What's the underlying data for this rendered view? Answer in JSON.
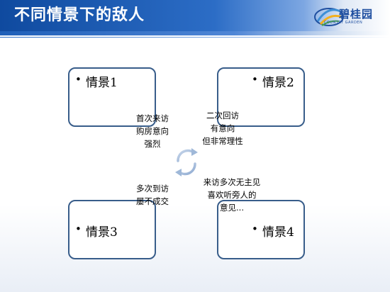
{
  "header": {
    "title": "不同情景下的敌人",
    "logo_text": "碧桂园",
    "logo_sub": "COUNTRY GARDEN"
  },
  "scenarios": [
    {
      "label": "情景1"
    },
    {
      "label": "情景2"
    },
    {
      "label": "情景3"
    },
    {
      "label": "情景4"
    }
  ],
  "bullet": "•",
  "transitions": [
    {
      "lines": [
        "首次来访",
        "购房意向",
        "强烈"
      ]
    },
    {
      "lines": [
        "二次回访",
        "有意向",
        "但非常理性"
      ]
    },
    {
      "lines": [
        "多次到访",
        "屡不成交"
      ]
    },
    {
      "lines": [
        "来访多次无主见",
        "喜欢听旁人的",
        "意见..."
      ]
    }
  ],
  "colors": {
    "header": "#1f5fb8",
    "box_border": "#385d8a",
    "cycle_arrow": "#9fb8d8"
  },
  "icons": {
    "cycle": "cycle-arrows-icon",
    "logo": "country-garden-logo-icon"
  }
}
